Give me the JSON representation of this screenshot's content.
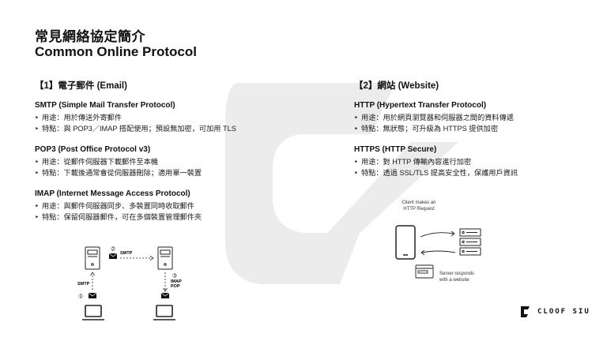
{
  "title": {
    "zh": "常見網絡協定簡介",
    "en": "Common Online Protocol"
  },
  "email": {
    "heading": "【1】電子郵件 (Email)",
    "protocols": [
      {
        "name": "SMTP (Simple Mail Transfer Protocol)",
        "lines": [
          "用途：用於傳送外寄郵件",
          "特點：與 POP3／IMAP 搭配使用；預設無加密，可加用 TLS"
        ]
      },
      {
        "name": "POP3 (Post Office Protocol v3)",
        "lines": [
          "用途：從郵件伺服器下載郵件至本機",
          "特點：下載後通常會從伺服器刪除；適用單一裝置"
        ]
      },
      {
        "name": "IMAP (Internet Message Access Protocol)",
        "lines": [
          "用途：與郵件伺服器同步、多裝置同時收取郵件",
          "特點：保留伺服器郵件，可在多個裝置管理郵件夾"
        ]
      }
    ]
  },
  "web": {
    "heading": "【2】網站 (Website)",
    "protocols": [
      {
        "name": "HTTP (Hypertext Transfer Protocol)",
        "lines": [
          "用途：用於網頁瀏覽器和伺服器之間的資料傳遞",
          "特點：無狀態；可升級為 HTTPS 提供加密"
        ]
      },
      {
        "name": "HTTPS (HTTP Secure)",
        "lines": [
          "用途：對 HTTP 傳輸內容進行加密",
          "特點：透過 SSL/TLS 提高安全性，保護用戶資訊"
        ]
      }
    ]
  },
  "email_diagram": {
    "step1": "1",
    "step2": "2",
    "step3": "3",
    "smtp_top": "SMTP",
    "smtp_left": "SMTP",
    "imap": "IMAP",
    "pop": "POP"
  },
  "web_diagram": {
    "client_caption": [
      "Client makes an",
      "HTTP Request"
    ],
    "server_caption": [
      "Server responds",
      "with a website"
    ]
  },
  "brand": {
    "name": "CLOOF SIU"
  },
  "colors": {
    "watermark": "#ececec",
    "ink": "#111111"
  }
}
